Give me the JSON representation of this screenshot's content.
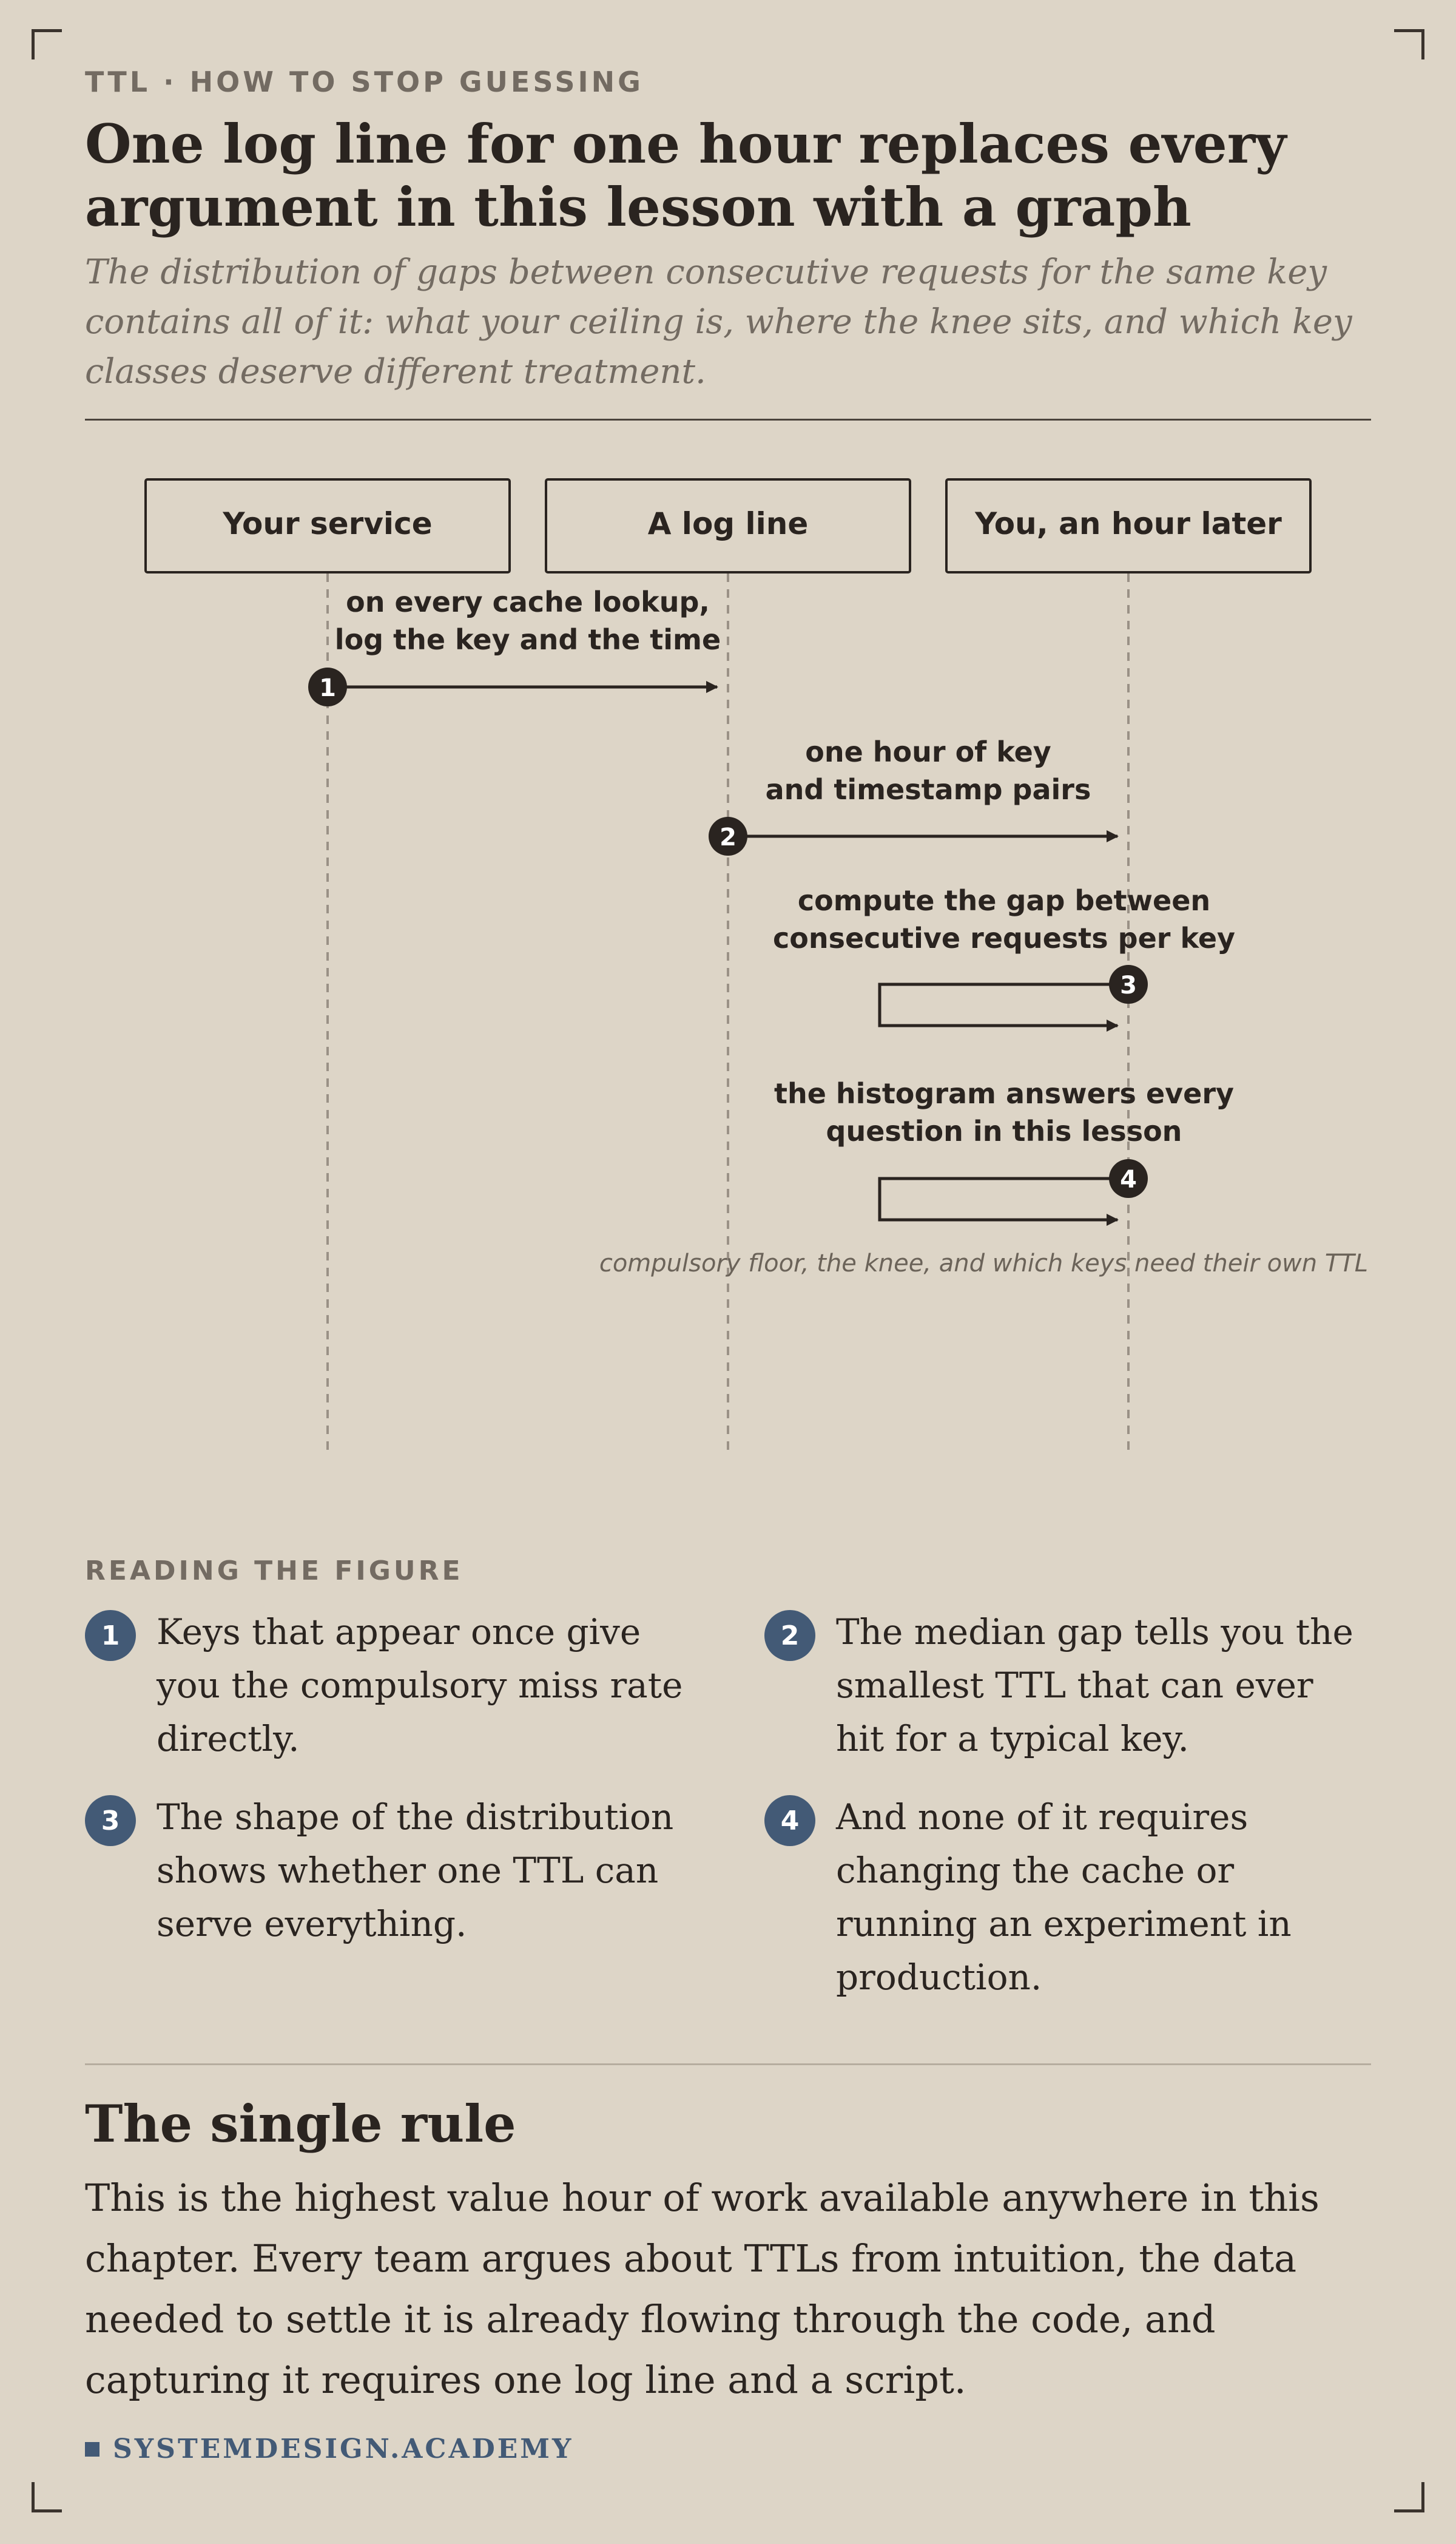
{
  "header": {
    "kicker": "TTL · HOW TO STOP GUESSING",
    "title": "One log line for one hour replaces every argument in this lesson with a graph",
    "subtitle": "The distribution of gaps between consecutive requests for the same key contains all of it: what your ceiling is, where the knee sits, and which key classes deserve different treatment."
  },
  "diagram": {
    "actors": [
      "Your service",
      "A log line",
      "You, an hour later"
    ],
    "steps": [
      {
        "num": "1",
        "label_lines": [
          "on every cache lookup,",
          "log the key and the time"
        ]
      },
      {
        "num": "2",
        "label_lines": [
          "one hour of key",
          "and timestamp pairs"
        ]
      },
      {
        "num": "3",
        "label_lines": [
          "compute the gap between",
          "consecutive requests per key"
        ]
      },
      {
        "num": "4",
        "label_lines": [
          "the histogram answers every",
          "question in this lesson"
        ]
      }
    ],
    "note": "compulsory floor, the knee, and which keys need their own TTL",
    "colors": {
      "ink": "#2a2420",
      "lifeline": "#9a9186",
      "accent": "#435a76"
    }
  },
  "reading": {
    "label": "READING THE FIGURE",
    "items": [
      {
        "num": "1",
        "text": "Keys that appear once give you the compulsory miss rate directly."
      },
      {
        "num": "2",
        "text": "The median gap tells you the smallest TTL that can ever hit for a typical key."
      },
      {
        "num": "3",
        "text": "The shape of the distribution shows whether one TTL can serve everything."
      },
      {
        "num": "4",
        "text": "And none of it requires changing the cache or running an experiment in production."
      }
    ]
  },
  "rule": {
    "title": "The single rule",
    "body": "This is the highest value hour of work available anywhere in this chapter. Every team argues about TTLs from intuition, the data needed to settle it is already flowing through the code, and capturing it requires one log line and a script."
  },
  "brand": "SYSTEMDESIGN.ACADEMY"
}
